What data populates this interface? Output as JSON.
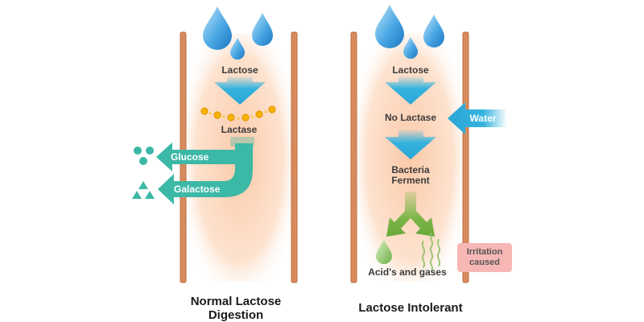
{
  "colors": {
    "tube_wall": "#d98a5c",
    "tube_fill": "#fbd3b8",
    "water_drop": "#4aa7e3",
    "arrow_blue": "#35b3de",
    "arrow_teal": "#3cb8a6",
    "enzyme": "#f5b300",
    "green_arrow": "#7bb548",
    "irritation_bg": "#f7b7b5"
  },
  "left_panel": {
    "caption": "Normal Lactose\nDigestion",
    "lactose_label": "Lactose",
    "lactase_label": "Lactase",
    "glucose_label": "Glucose",
    "galactose_label": "Galactose"
  },
  "right_panel": {
    "caption": "Lactose Intolerant",
    "lactose_label": "Lactose",
    "no_lactase_label": "No Lactase",
    "water_label": "Water",
    "bacteria_label": "Bacteria\nFerment",
    "acids_label": "Acid's and gases",
    "irritation_label": "Irritation\ncaused"
  },
  "icons": [
    "water-drop-icon",
    "enzyme-dot-icon",
    "glucose-circles-icon",
    "galactose-triangles-icon",
    "gas-wisp-icon",
    "acid-drop-icon"
  ]
}
